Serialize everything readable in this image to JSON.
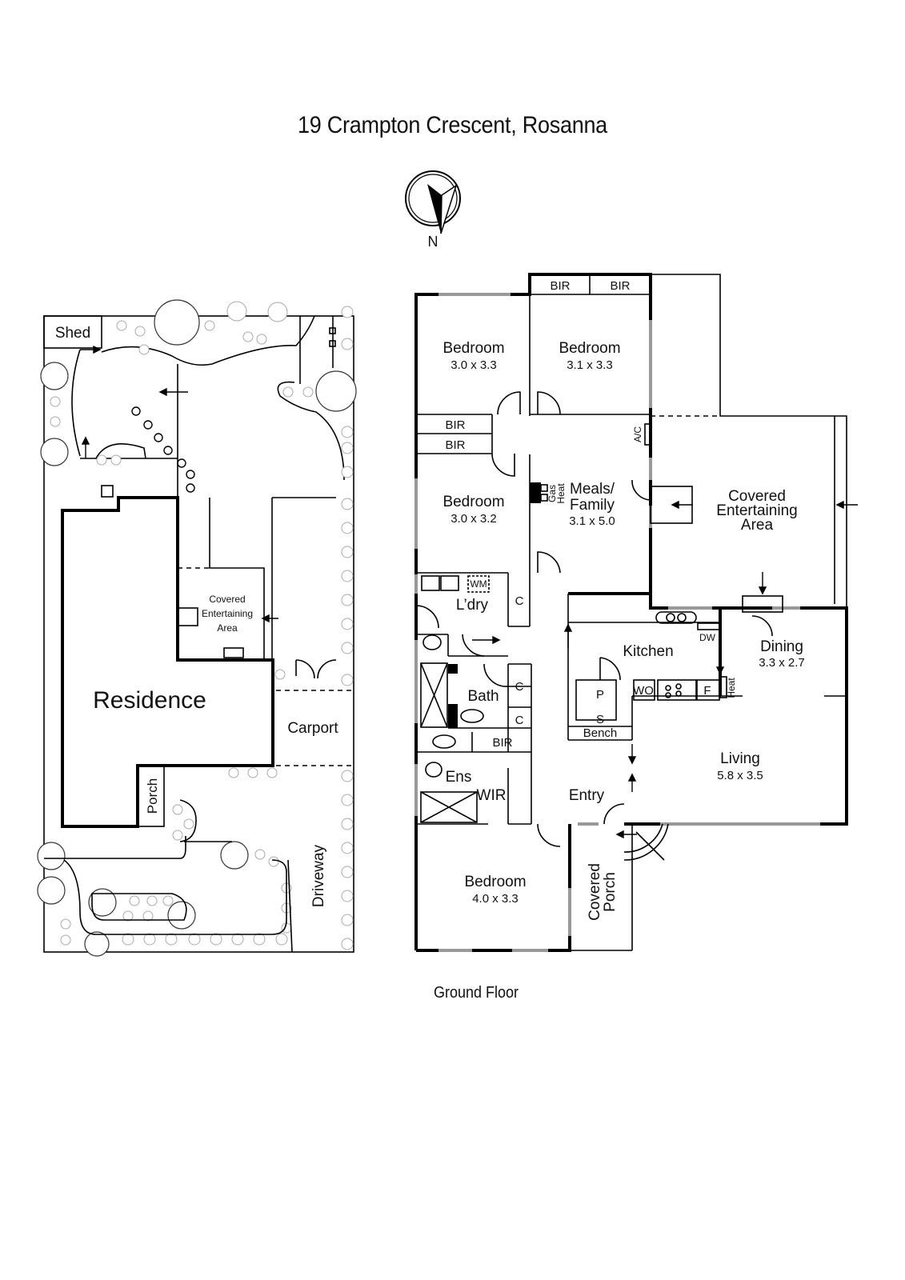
{
  "title": "19 Crampton Crescent, Rosanna",
  "compass": {
    "label": "N",
    "icon": "north-arrow-icon"
  },
  "footer": "Ground Floor",
  "site_plan": {
    "labels": {
      "shed": "Shed",
      "covered_1": "Covered",
      "covered_2": "Entertaining",
      "covered_3": "Area",
      "residence": "Residence",
      "carport": "Carport",
      "porch": "Porch",
      "driveway": "Driveway"
    }
  },
  "floor_plan": {
    "rooms": {
      "bed1": {
        "name": "Bedroom",
        "dims": "3.0 x 3.3"
      },
      "bed2": {
        "name": "Bedroom",
        "dims": "3.1 x 3.3"
      },
      "bed3": {
        "name": "Bedroom",
        "dims": "3.0 x 3.2"
      },
      "bed4": {
        "name": "Bedroom",
        "dims": "4.0 x 3.3"
      },
      "meals_1": "Meals/",
      "meals_2": "Family",
      "meals_dims": "3.1 x 5.0",
      "cea_1": "Covered",
      "cea_2": "Entertaining",
      "cea_3": "Area",
      "kitchen": "Kitchen",
      "dining": {
        "name": "Dining",
        "dims": "3.3 x 2.7"
      },
      "living": {
        "name": "Living",
        "dims": "5.8 x 3.5"
      },
      "laundry": "L’dry",
      "bath": "Bath",
      "ens": "Ens",
      "wir": "WIR",
      "entry": "Entry",
      "porch_1": "Covered",
      "porch_2": "Porch"
    },
    "fixtures": {
      "bir": "BIR",
      "cupboard": "C",
      "wm": "WM",
      "ac": "A/C",
      "gas_1": "Gas",
      "gas_2": "Heat",
      "dw": "DW",
      "pantry": "P",
      "sink": "S",
      "bench": "Bench",
      "wo": "WO",
      "fridge": "F",
      "heat": "Heat"
    }
  }
}
